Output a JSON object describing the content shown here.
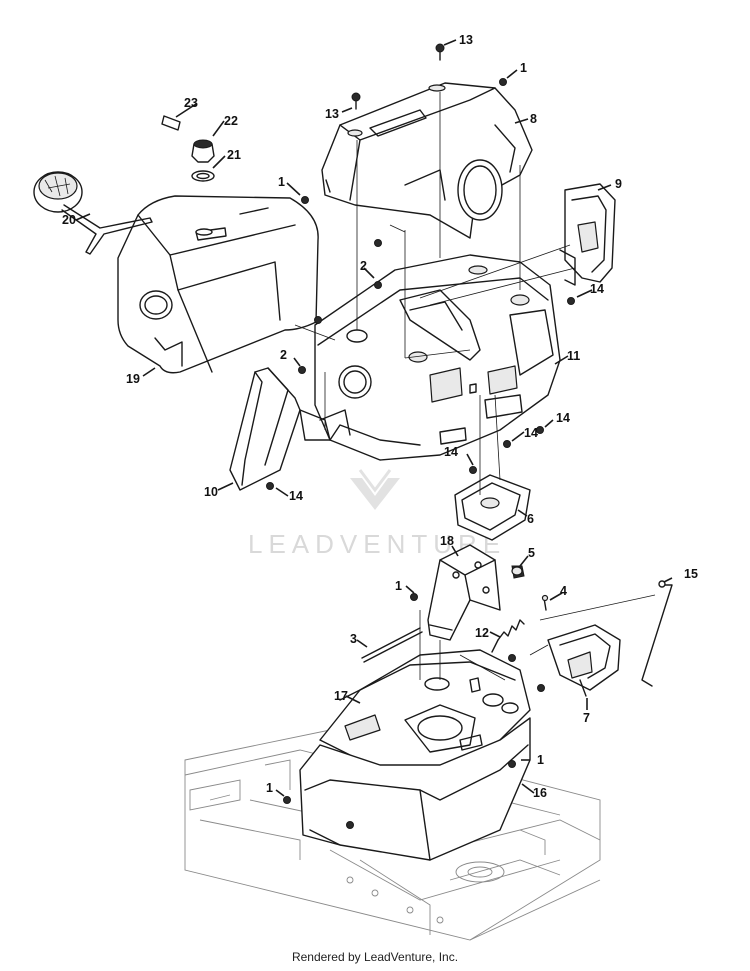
{
  "diagram": {
    "watermark_text": "LEADVENTURE",
    "footer_text": "Rendered by LeadVenture, Inc.",
    "callouts": [
      {
        "id": "c13a",
        "label": "13"
      },
      {
        "id": "c1a",
        "label": "1"
      },
      {
        "id": "c23",
        "label": "23"
      },
      {
        "id": "c22",
        "label": "22"
      },
      {
        "id": "c13b",
        "label": "13"
      },
      {
        "id": "c8",
        "label": "8"
      },
      {
        "id": "c21",
        "label": "21"
      },
      {
        "id": "c1b",
        "label": "1"
      },
      {
        "id": "c9",
        "label": "9"
      },
      {
        "id": "c20",
        "label": "20"
      },
      {
        "id": "c2a",
        "label": "2"
      },
      {
        "id": "c14a",
        "label": "14"
      },
      {
        "id": "c2b",
        "label": "2"
      },
      {
        "id": "c11",
        "label": "11"
      },
      {
        "id": "c19",
        "label": "19"
      },
      {
        "id": "c14b",
        "label": "14"
      },
      {
        "id": "c14c",
        "label": "14"
      },
      {
        "id": "c14d",
        "label": "14"
      },
      {
        "id": "c10",
        "label": "10"
      },
      {
        "id": "c14e",
        "label": "14"
      },
      {
        "id": "c6",
        "label": "6"
      },
      {
        "id": "c18",
        "label": "18"
      },
      {
        "id": "c5",
        "label": "5"
      },
      {
        "id": "c15",
        "label": "15"
      },
      {
        "id": "c1c",
        "label": "1"
      },
      {
        "id": "c4",
        "label": "4"
      },
      {
        "id": "c3",
        "label": "3"
      },
      {
        "id": "c12",
        "label": "12"
      },
      {
        "id": "c7",
        "label": "7"
      },
      {
        "id": "c17",
        "label": "17"
      },
      {
        "id": "c1d",
        "label": "1"
      },
      {
        "id": "c1e",
        "label": "1"
      },
      {
        "id": "c16",
        "label": "16"
      }
    ]
  }
}
